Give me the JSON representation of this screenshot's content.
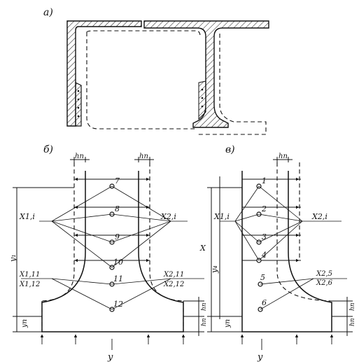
{
  "panel_a": {
    "label": "а)"
  },
  "panel_b": {
    "label": "б)",
    "dim_hn_left": "hn",
    "dim_hn_right": "hn",
    "dim_y_total": "y₁",
    "dim_y_base": "yп",
    "dim_base_h1": "hп",
    "dim_base_h2": "hп",
    "label_x1_i": "X1,i",
    "label_x2_i": "X2,i",
    "label_x1_11": "X1,11",
    "label_x1_12": "X1,12",
    "label_x2_11": "X2,11",
    "label_x2_12": "X2,12",
    "axis_y": "y",
    "nodes": [
      "7",
      "8",
      "9",
      "10",
      "11",
      "12"
    ]
  },
  "panel_c": {
    "label": "в)",
    "dim_hn": "hn",
    "dim_y_total": "y₄",
    "dim_y_base": "yп",
    "axis_x": "X",
    "label_x1_i": "X1,i",
    "label_x2_i": "X2,i",
    "label_x2_5": "X2,5",
    "label_x2_6": "X2,6",
    "dim_base_h1": "hп",
    "dim_base_h2": "hп",
    "axis_y": "y",
    "nodes": [
      "1",
      "2",
      "3",
      "4",
      "5",
      "6"
    ]
  }
}
